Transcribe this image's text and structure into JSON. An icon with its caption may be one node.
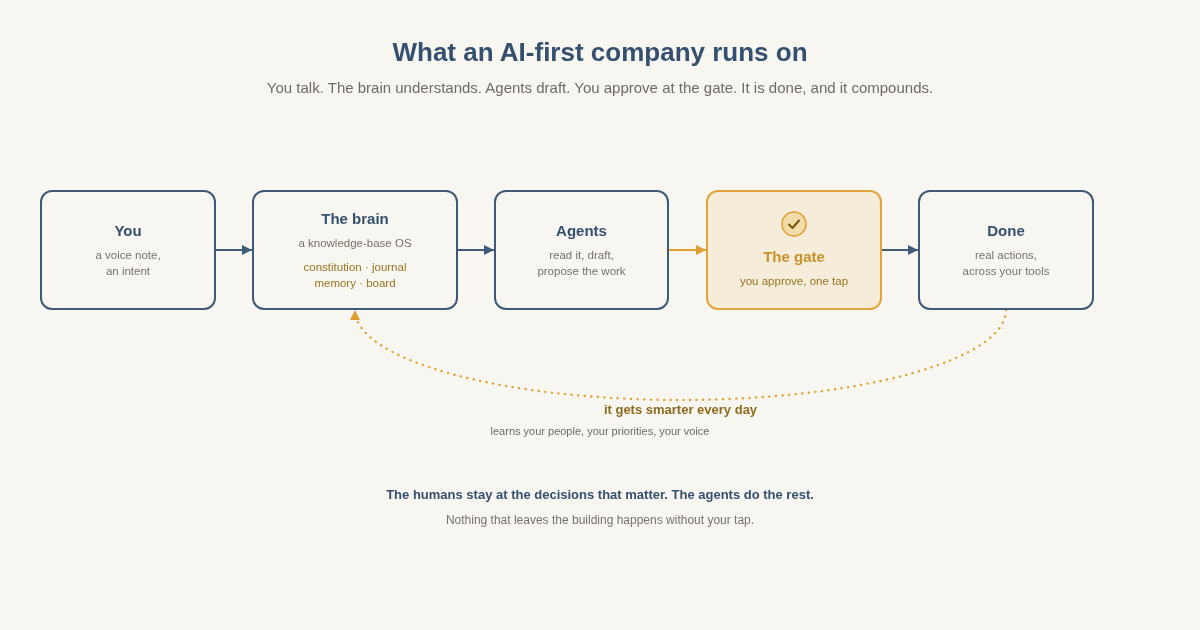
{
  "diagram": {
    "title": "What an AI-first company runs on",
    "nodes": [
      {
        "text": [
          "You",
          "a voice note, an intent"
        ]
      },
      {
        "text": [
          "The brain",
          "a knowledge-base OS",
          "constitution · journal memory · board"
        ]
      },
      {
        "text": [
          "Agents",
          "read it, draft, propose the work"
        ]
      },
      {
        "text": [
          "The gate",
          "you approve, one tap"
        ]
      },
      {
        "text": [
          "Done",
          "real actions, across your tools"
        ]
      }
    ],
    "edges": [
      {
        "from": 0,
        "to": 1,
        "arrow": "to"
      },
      {
        "from": 1,
        "to": 2,
        "arrow": "to"
      },
      {
        "from": 2,
        "to": 3,
        "arrow": "to",
        "color": "#e0a030"
      },
      {
        "from": 3,
        "to": 4,
        "arrow": "to"
      },
      {
        "from": 4,
        "to": 1,
        "arrow": "to",
        "label": "it gets smarter every day",
        "style": "dashed",
        "color": "#e0a030"
      }
    ],
    "labels": [
      "You talk. The brain understands. Agents draft. You approve at the gate. It is done, and it compounds.",
      "learns your people, your priorities, your voice",
      "The humans stay at the decisions that matter. The agents do the rest.",
      "Nothing that leaves the building happens without your tap."
    ]
  }
}
